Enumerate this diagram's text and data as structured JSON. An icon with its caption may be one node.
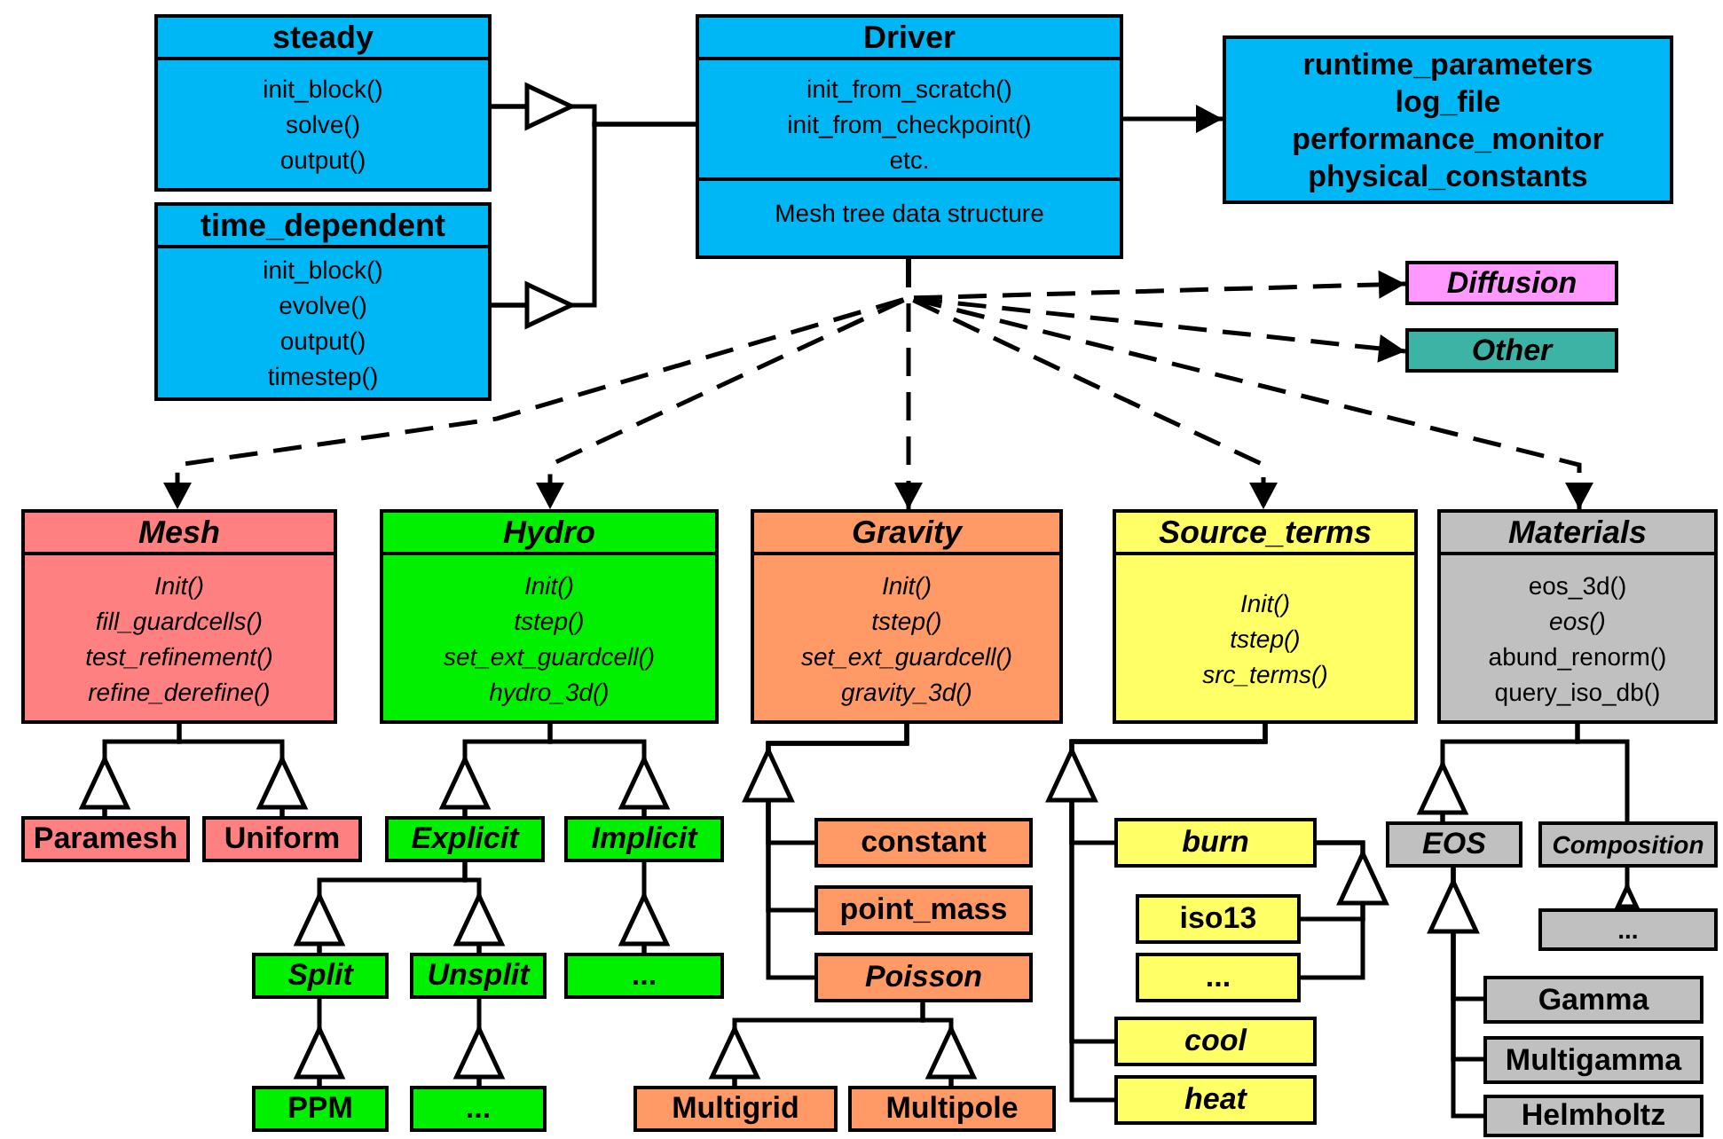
{
  "diagram": {
    "nodes": [
      {
        "text": [
          "steady",
          "init_block()",
          "solve()",
          "output()"
        ]
      },
      {
        "text": [
          "time_dependent",
          "init_block()",
          "evolve()",
          "output()",
          "timestep()"
        ]
      },
      {
        "text": [
          "Driver",
          "init_from_scratch()",
          "init_from_checkpoint()",
          "etc.",
          "Mesh tree data structure"
        ]
      },
      {
        "text": [
          "runtime_parameters",
          "log_file",
          "performance_monitor",
          "physical_constants"
        ]
      },
      {
        "text": [
          "Diffusion"
        ]
      },
      {
        "text": [
          "Other"
        ]
      },
      {
        "text": [
          "Mesh",
          "Init()",
          "fill_guardcells()",
          "test_refinement()",
          "refine_derefine()"
        ]
      },
      {
        "text": [
          "Hydro",
          "Init()",
          "tstep()",
          "set_ext_guardcell()",
          "hydro_3d()"
        ]
      },
      {
        "text": [
          "Gravity",
          "Init()",
          "tstep()",
          "set_ext_guardcell()",
          "gravity_3d()"
        ]
      },
      {
        "text": [
          "Source_terms",
          "Init()",
          "tstep()",
          "src_terms()"
        ]
      },
      {
        "text": [
          "Materials",
          "eos_3d()",
          "eos()",
          "abund_renorm()",
          "query_iso_db()"
        ]
      },
      {
        "text": [
          "Paramesh"
        ]
      },
      {
        "text": [
          "Uniform"
        ]
      },
      {
        "text": [
          "Explicit"
        ]
      },
      {
        "text": [
          "Implicit"
        ]
      },
      {
        "text": [
          "constant"
        ]
      },
      {
        "text": [
          "burn"
        ]
      },
      {
        "text": [
          "EOS"
        ]
      },
      {
        "text": [
          "Composition"
        ]
      },
      {
        "text": [
          "iso13"
        ]
      },
      {
        "text": [
          "point_mass"
        ]
      },
      {
        "text": [
          "Split"
        ]
      },
      {
        "text": [
          "Unsplit"
        ]
      },
      {
        "text": [
          "..."
        ]
      },
      {
        "text": [
          "..."
        ]
      },
      {
        "text": [
          "..."
        ]
      },
      {
        "text": [
          "Poisson"
        ]
      },
      {
        "text": [
          "Gamma"
        ]
      },
      {
        "text": [
          "cool"
        ]
      },
      {
        "text": [
          "Multigamma"
        ]
      },
      {
        "text": [
          "heat"
        ]
      },
      {
        "text": [
          "Helmholtz"
        ]
      },
      {
        "text": [
          "Multigrid"
        ]
      },
      {
        "text": [
          "Multipole"
        ]
      },
      {
        "text": [
          "PPM"
        ]
      },
      {
        "text": [
          "..."
        ]
      }
    ],
    "edges": [
      {
        "from": 0,
        "to": 2,
        "arrow": "other"
      },
      {
        "from": 1,
        "to": 2,
        "arrow": "other"
      },
      {
        "from": 2,
        "to": 3,
        "arrow": "to"
      },
      {
        "from": 2,
        "to": 4,
        "arrow": "to",
        "style": "dashed"
      },
      {
        "from": 2,
        "to": 5,
        "arrow": "to",
        "style": "dashed"
      },
      {
        "from": 2,
        "to": 6,
        "arrow": "to",
        "style": "dashed"
      },
      {
        "from": 2,
        "to": 7,
        "arrow": "to",
        "style": "dashed"
      },
      {
        "from": 2,
        "to": 8,
        "arrow": "to",
        "style": "dashed"
      },
      {
        "from": 2,
        "to": 9,
        "arrow": "to",
        "style": "dashed"
      },
      {
        "from": 2,
        "to": 10,
        "arrow": "to",
        "style": "dashed"
      },
      {
        "from": 11,
        "to": 6,
        "arrow": "other"
      },
      {
        "from": 12,
        "to": 6,
        "arrow": "other"
      },
      {
        "from": 13,
        "to": 7,
        "arrow": "other"
      },
      {
        "from": 14,
        "to": 7,
        "arrow": "other"
      },
      {
        "from": 21,
        "to": 13,
        "arrow": "other"
      },
      {
        "from": 22,
        "to": 13,
        "arrow": "other"
      },
      {
        "from": 23,
        "to": 14,
        "arrow": "other"
      },
      {
        "from": 34,
        "to": 21,
        "arrow": "other"
      },
      {
        "from": 35,
        "to": 22,
        "arrow": "other"
      },
      {
        "from": 15,
        "to": 8,
        "arrow": "to"
      },
      {
        "from": 20,
        "to": 8,
        "arrow": "to"
      },
      {
        "from": 26,
        "to": 8,
        "arrow": "to"
      },
      {
        "from": 32,
        "to": 26,
        "arrow": "other"
      },
      {
        "from": 33,
        "to": 26,
        "arrow": "other"
      },
      {
        "from": 16,
        "to": 9,
        "arrow": "to"
      },
      {
        "from": 28,
        "to": 9,
        "arrow": "to"
      },
      {
        "from": 30,
        "to": 9,
        "arrow": "to"
      },
      {
        "from": 19,
        "to": 16,
        "arrow": "to"
      },
      {
        "from": 24,
        "to": 16,
        "arrow": "to"
      },
      {
        "from": 17,
        "to": 10,
        "arrow": "other"
      },
      {
        "from": 10,
        "to": 18,
        "arrow": "none"
      },
      {
        "from": 25,
        "to": 18,
        "arrow": "other"
      },
      {
        "from": 27,
        "to": 17,
        "arrow": "to"
      },
      {
        "from": 29,
        "to": 17,
        "arrow": "to"
      },
      {
        "from": 31,
        "to": 17,
        "arrow": "to"
      }
    ]
  }
}
